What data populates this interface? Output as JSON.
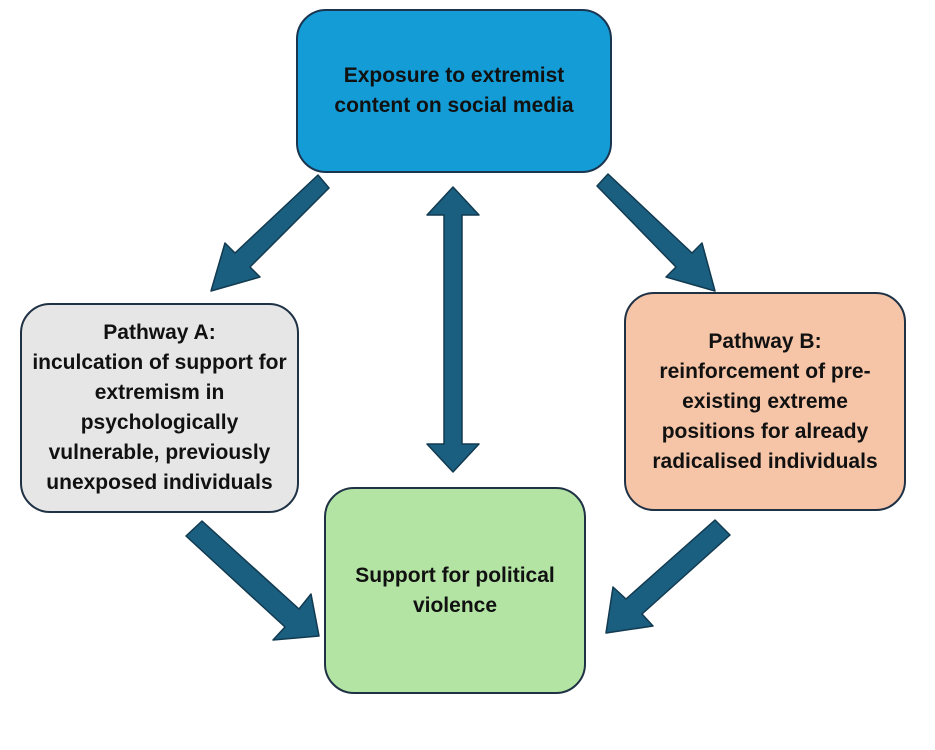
{
  "nodes": {
    "top": {
      "text": "Exposure to extremist content on social media"
    },
    "pathway_a": {
      "title": "Pathway A:",
      "text": "inculcation of support for extremism in psychologically vulnerable, previously unexposed individuals"
    },
    "pathway_b": {
      "title": "Pathway B:",
      "text": "reinforcement of pre-existing extreme positions for already radicalised individuals"
    },
    "bottom": {
      "text": "Support for political violence"
    }
  },
  "colors": {
    "arrow_fill": "#1a5f80",
    "arrow_stroke": "#123a50",
    "top_box": "#139cd6",
    "pathway_a_box": "#e6e6e6",
    "pathway_b_box": "#f6c5a8",
    "bottom_box": "#b3e4a3"
  },
  "edges": [
    {
      "from": "top",
      "to": "pathway_a",
      "direction": "forward"
    },
    {
      "from": "top",
      "to": "pathway_b",
      "direction": "forward"
    },
    {
      "from": "top",
      "to": "bottom",
      "direction": "both"
    },
    {
      "from": "pathway_a",
      "to": "bottom",
      "direction": "forward"
    },
    {
      "from": "pathway_b",
      "to": "bottom",
      "direction": "forward"
    }
  ]
}
